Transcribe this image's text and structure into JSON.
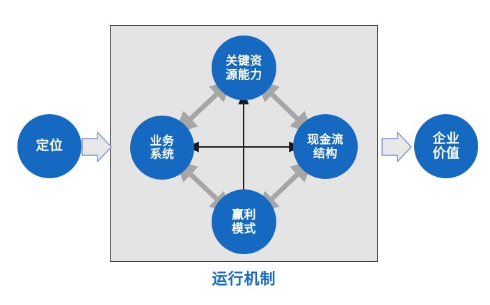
{
  "diagram": {
    "title_caption": "运行机制",
    "background_color": "#FFFFFF",
    "node_color": "#1569C0",
    "node_text_color": "#FFFFFF",
    "box_fill_color": "#E4E4E4",
    "box_border_color": "#3A3A3A",
    "diagonal_arrow_color": "#A6A6A6",
    "cross_arrow_color": "#1A1A1A",
    "flow_arrow_fill": "#E8E8E8",
    "flow_arrow_border": "#7B8FD4",
    "caption_color": "#1569C0",
    "input_node": {
      "name": "定位",
      "lines": [
        "定位"
      ]
    },
    "output_node": {
      "name": "企业价值",
      "lines": [
        "企业",
        "价值"
      ]
    },
    "mechanism_nodes": [
      {
        "id": "key-resource",
        "name": "关键资源能力",
        "lines": [
          "关键资",
          "源能力"
        ],
        "position": "top"
      },
      {
        "id": "business-system",
        "name": "业务系统",
        "lines": [
          "业务",
          "系统"
        ],
        "position": "left"
      },
      {
        "id": "cashflow",
        "name": "现金流结构",
        "lines": [
          "现金流",
          "结构"
        ],
        "position": "right"
      },
      {
        "id": "profit-model",
        "name": "赢利模式",
        "lines": [
          "赢利",
          "模式"
        ],
        "position": "bottom"
      }
    ],
    "flow_arrows": [
      {
        "id": "input-to-mechanism",
        "from": "定位",
        "to": "运行机制",
        "direction": "right"
      },
      {
        "id": "mechanism-to-output",
        "from": "运行机制",
        "to": "企业价值",
        "direction": "right"
      }
    ],
    "diagonal_connectors": [
      {
        "from": "业务系统",
        "to": "关键资源能力",
        "style": "double-headed"
      },
      {
        "from": "关键资源能力",
        "to": "现金流结构",
        "style": "double-headed"
      },
      {
        "from": "现金流结构",
        "to": "赢利模式",
        "style": "double-headed"
      },
      {
        "from": "赢利模式",
        "to": "业务系统",
        "style": "double-headed"
      }
    ],
    "cross_connectors": [
      {
        "id": "horizontal-axis",
        "from": "业务系统",
        "to": "现金流结构",
        "style": "double-headed"
      },
      {
        "id": "vertical-axis",
        "from": "关键资源能力",
        "to": "赢利模式",
        "style": "double-headed"
      }
    ]
  }
}
